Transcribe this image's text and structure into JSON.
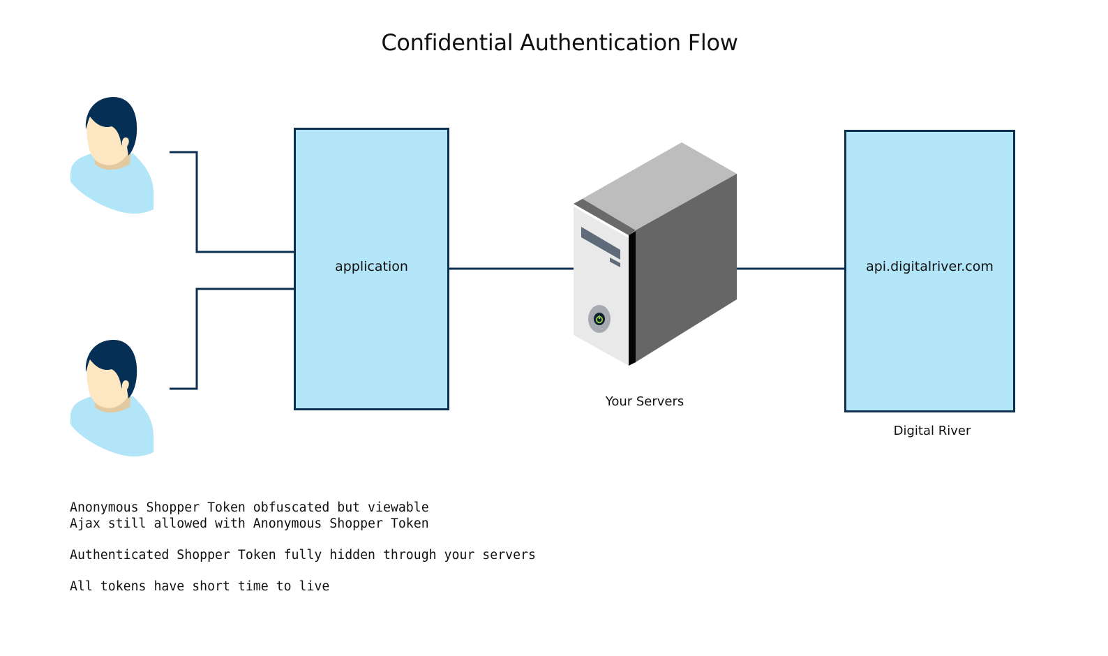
{
  "diagram": {
    "title": "Confidential Authentication Flow",
    "nodes": {
      "users": [
        {
          "label": "",
          "icon": "user-icon"
        },
        {
          "label": "",
          "icon": "user-icon"
        }
      ],
      "application": {
        "label": "application"
      },
      "servers": {
        "label": "Your Servers",
        "icon": "server-tower-icon"
      },
      "api": {
        "label": "api.digitalriver.com",
        "caption": "Digital River"
      }
    },
    "edges": [
      {
        "from": "user-1",
        "to": "application"
      },
      {
        "from": "user-2",
        "to": "application"
      },
      {
        "from": "application",
        "to": "servers"
      },
      {
        "from": "servers",
        "to": "api"
      }
    ],
    "notes": {
      "group1": [
        "Anonymous Shopper Token obfuscated but viewable",
        "Ajax still allowed with Anonymous Shopper Token"
      ],
      "group2": [
        "Authenticated Shopper Token fully hidden through your servers"
      ],
      "group3": [
        "All tokens have short time to live"
      ]
    },
    "colors": {
      "box_fill": "#b3e5f8",
      "stroke": "#0d2f50",
      "hair": "#052f55",
      "skin": "#fde6c2",
      "neck_shadow": "#e2c9a0",
      "shirt": "#b3e5f8",
      "server_top": "#bdbdbd",
      "server_side": "#666666",
      "server_front": "#e9e9e9",
      "power_led": "#8bc34a"
    }
  }
}
